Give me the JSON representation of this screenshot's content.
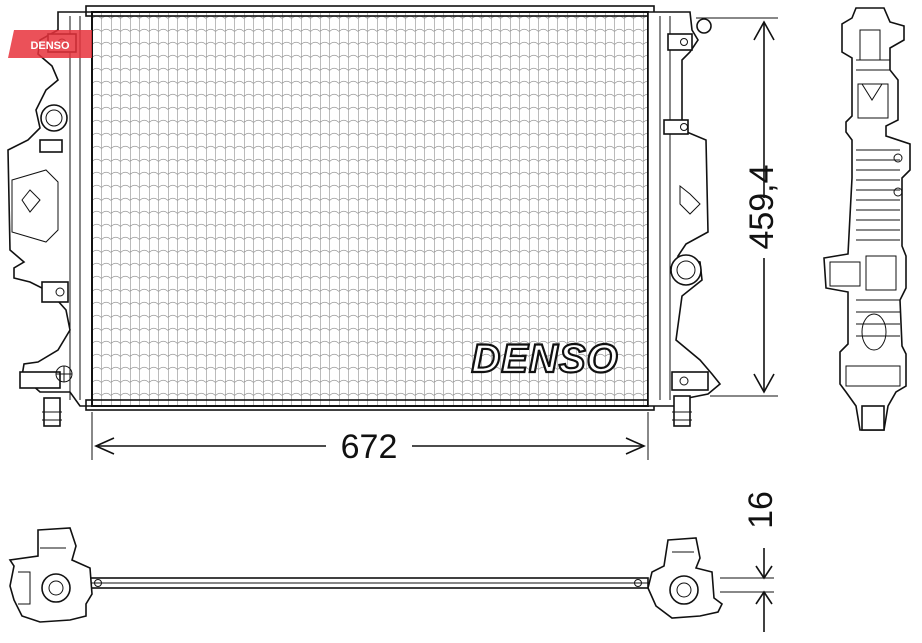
{
  "brand": {
    "logo_text": "DENSO",
    "watermark_text": "DENSO",
    "watermark_color": "#e8323c"
  },
  "dimensions": {
    "width_label": "672",
    "height_label": "459,4",
    "depth_label": "16"
  },
  "colors": {
    "line": "#111111",
    "background": "#ffffff"
  }
}
